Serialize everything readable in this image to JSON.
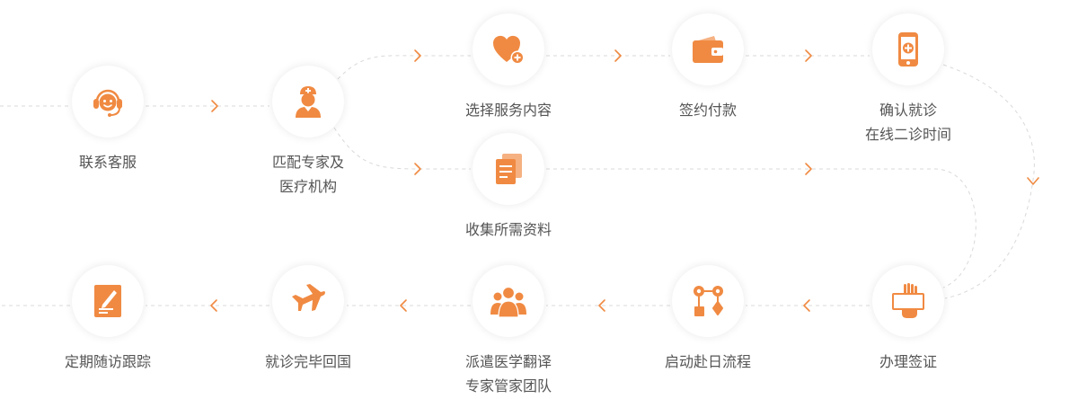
{
  "colors": {
    "accent": "#f08a42",
    "text": "#555555",
    "line": "#d9d9d9",
    "background": "#ffffff"
  },
  "steps": [
    {
      "icon": "headset-agent-icon",
      "lines": [
        "联系客服"
      ]
    },
    {
      "icon": "nurse-doctor-icon",
      "lines": [
        "匹配专家及",
        "医疗机构"
      ]
    },
    {
      "icon": "heart-plus-icon",
      "lines": [
        "选择服务内容"
      ]
    },
    {
      "icon": "documents-stack-icon",
      "lines": [
        "收集所需资料"
      ]
    },
    {
      "icon": "wallet-icon",
      "lines": [
        "签约付款"
      ]
    },
    {
      "icon": "phone-medical-icon",
      "lines": [
        "确认就诊",
        "在线二诊时间"
      ]
    },
    {
      "icon": "passport-hand-icon",
      "lines": [
        "办理签证"
      ]
    },
    {
      "icon": "flowchart-icon",
      "lines": [
        "启动赴日流程"
      ]
    },
    {
      "icon": "team-group-icon",
      "lines": [
        "派遣医学翻译",
        "专家管家团队"
      ]
    },
    {
      "icon": "airplane-icon",
      "lines": [
        "就诊完毕回国"
      ]
    },
    {
      "icon": "clipboard-followup-icon",
      "lines": [
        "定期随访跟踪"
      ]
    }
  ]
}
